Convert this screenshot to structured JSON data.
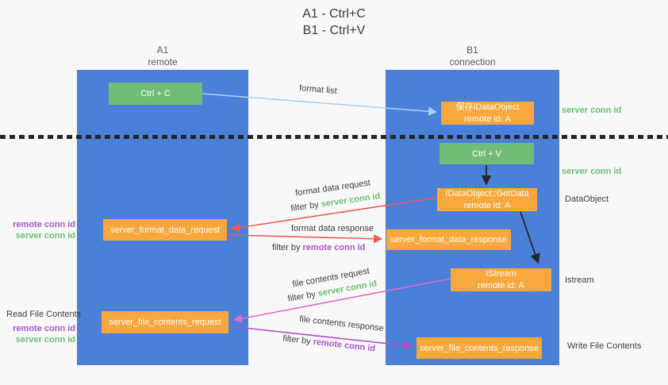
{
  "title": {
    "line1": "A1 - Ctrl+C",
    "line2": "B1 - Ctrl+V"
  },
  "columns": {
    "left": {
      "name": "A1",
      "role": "remote"
    },
    "right": {
      "name": "B1",
      "role": "connection"
    }
  },
  "nodes": {
    "ctrl_c": "Ctrl + C",
    "ctrl_v": "Ctrl + V",
    "save_dataobject": {
      "line1": "保存IDataObject",
      "line2": "remote id: A"
    },
    "getdata": {
      "line1": "IDataObject::GetData",
      "line2": "remote id: A"
    },
    "istream": {
      "line1": "IStream",
      "line2": "remote id: A"
    },
    "server_format_data_request": "server_format_data_request",
    "server_format_data_response": "server_format_data_response",
    "server_file_contents_request": "server_file_contents_request",
    "server_file_contents_response": "server_file_contents_response"
  },
  "terms": {
    "filter_by": "filter by",
    "server_conn_id": "server conn id",
    "remote_conn_id": "remote conn id"
  },
  "arrow_labels": {
    "format_list": "format list",
    "format_data_request": "format data request",
    "format_data_response": "format data response",
    "file_contents_request": "file contents request",
    "file_contents_response": "file contents response"
  },
  "side_labels": {
    "dataobject": "DataObject",
    "istream": "Istream",
    "read_file_contents": "Read File Contents",
    "write_file_contents": "Write File Contents"
  },
  "colors": {
    "column_blue": "#4a80d8",
    "box_green": "#71bd76",
    "box_orange": "#f8a73c",
    "arrow_light_blue": "#a8d2f0",
    "arrow_red": "#ee5c50",
    "arrow_pink": "#e06ad0",
    "arrow_purple": "#b450c4",
    "arrow_black": "#262626",
    "text_green": "#6abf70",
    "text_purple": "#a855c8"
  }
}
